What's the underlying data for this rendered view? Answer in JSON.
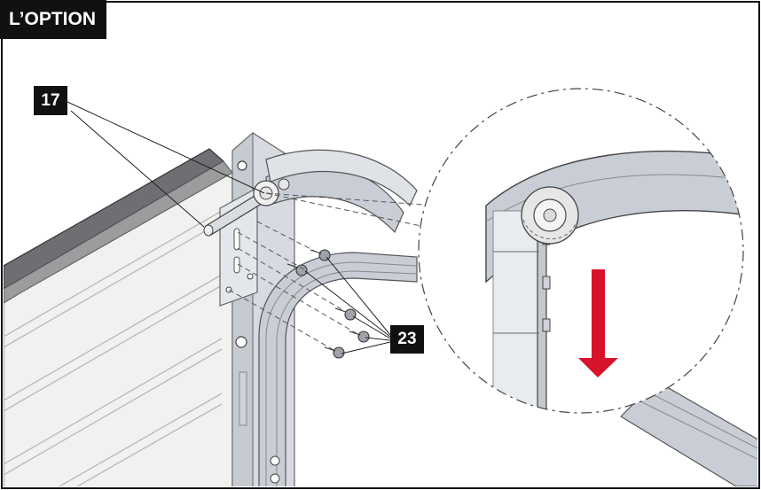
{
  "header": {
    "title": "L’OPTION"
  },
  "callouts": {
    "part_17": "17",
    "part_23": "23"
  },
  "colors": {
    "accent_arrow": "#d7132c",
    "label_bg": "#111111"
  },
  "icons": {
    "detail_arrow": "arrow-down-icon"
  }
}
